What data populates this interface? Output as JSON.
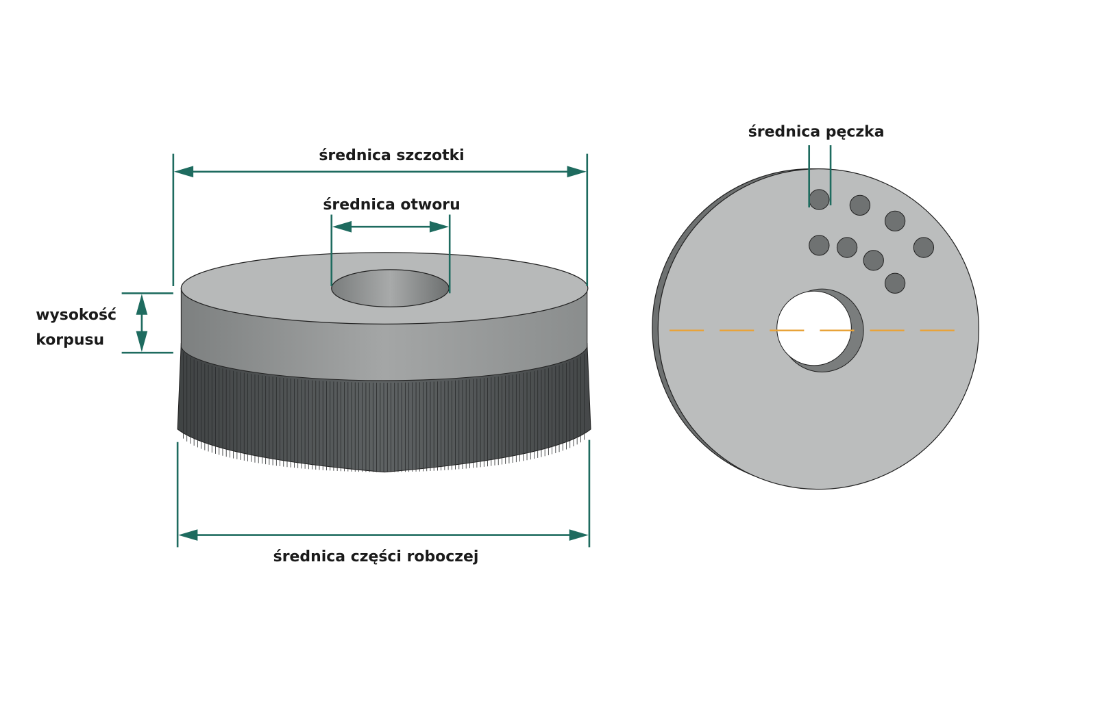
{
  "labels": {
    "brush_diameter": "średnica szczotki",
    "hole_diameter": "średnica otworu",
    "body_height_line1": "wysokość",
    "body_height_line2": "korpusu",
    "working_diameter": "średnica części roboczej",
    "tuft_diameter": "średnica pęczka"
  },
  "colors": {
    "dimension": "#1e6b5f",
    "centerline": "#e8a33a",
    "body": "#a9abab",
    "bristles": "#55595a",
    "tuft": "#6f7272"
  }
}
